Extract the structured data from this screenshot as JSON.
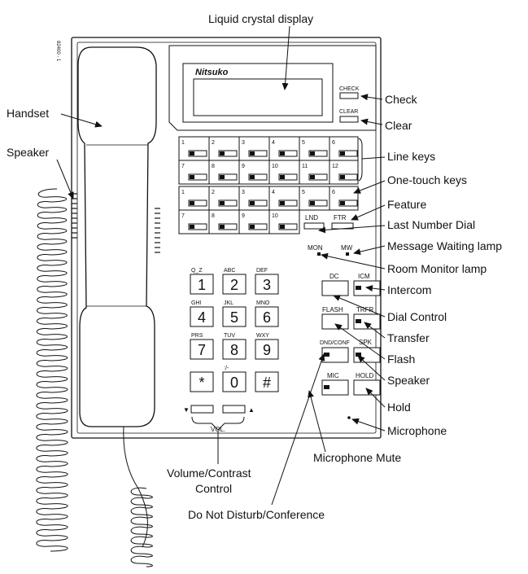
{
  "part_number": "82400 - 1",
  "brand": "Nitsuko",
  "lcd_buttons": {
    "check": "CHECK",
    "clear": "CLEAR"
  },
  "line_keys": [
    "1",
    "2",
    "3",
    "4",
    "5",
    "6",
    "7",
    "8",
    "9",
    "10",
    "11",
    "12"
  ],
  "one_touch_keys": [
    "1",
    "2",
    "3",
    "4",
    "5",
    "6",
    "7",
    "8",
    "9",
    "10"
  ],
  "lnd_key": "LND",
  "ftr_key": "FTR",
  "mon_lamp": "MON",
  "mw_lamp": "MW",
  "dialpad": [
    {
      "letters": "Q_Z",
      "digit": "1"
    },
    {
      "letters": "ABC",
      "digit": "2"
    },
    {
      "letters": "DEF",
      "digit": "3"
    },
    {
      "letters": "GHI",
      "digit": "4"
    },
    {
      "letters": "JKL",
      "digit": "5"
    },
    {
      "letters": "MNO",
      "digit": "6"
    },
    {
      "letters": "PRS",
      "digit": "7"
    },
    {
      "letters": "TUV",
      "digit": "8"
    },
    {
      "letters": "WXY",
      "digit": "9"
    },
    {
      "letters": "",
      "digit": "*"
    },
    {
      "letters": ":/-",
      "digit": "0"
    },
    {
      "letters": "",
      "digit": "#"
    }
  ],
  "function_keys": {
    "dc": "DC",
    "icm": "ICM",
    "flash": "FLASH",
    "trfr": "TRFR",
    "dnd_conf": "DND/CONF",
    "spk": "SPK",
    "mic": "MIC",
    "hold": "HOLD"
  },
  "volume": {
    "down": "▼",
    "up": "▲",
    "label": "VOL."
  },
  "callouts": {
    "liquid_crystal_display": "Liquid crystal display",
    "check": "Check",
    "clear": "Clear",
    "handset": "Handset",
    "speaker_left": "Speaker",
    "line_keys": "Line keys",
    "one_touch_keys": "One-touch keys",
    "feature": "Feature",
    "last_number_dial": "Last Number Dial",
    "message_waiting_lamp": "Message Waiting lamp",
    "room_monitor_lamp": "Room Monitor lamp",
    "intercom": "Intercom",
    "dial_control": "Dial Control",
    "transfer": "Transfer",
    "flash": "Flash",
    "speaker_right": "Speaker",
    "hold": "Hold",
    "microphone": "Microphone",
    "microphone_mute": "Microphone Mute",
    "volume_contrast_line1": "Volume/Contrast",
    "volume_contrast_line2": "Control",
    "do_not_disturb_conference": "Do Not Disturb/Conference"
  }
}
